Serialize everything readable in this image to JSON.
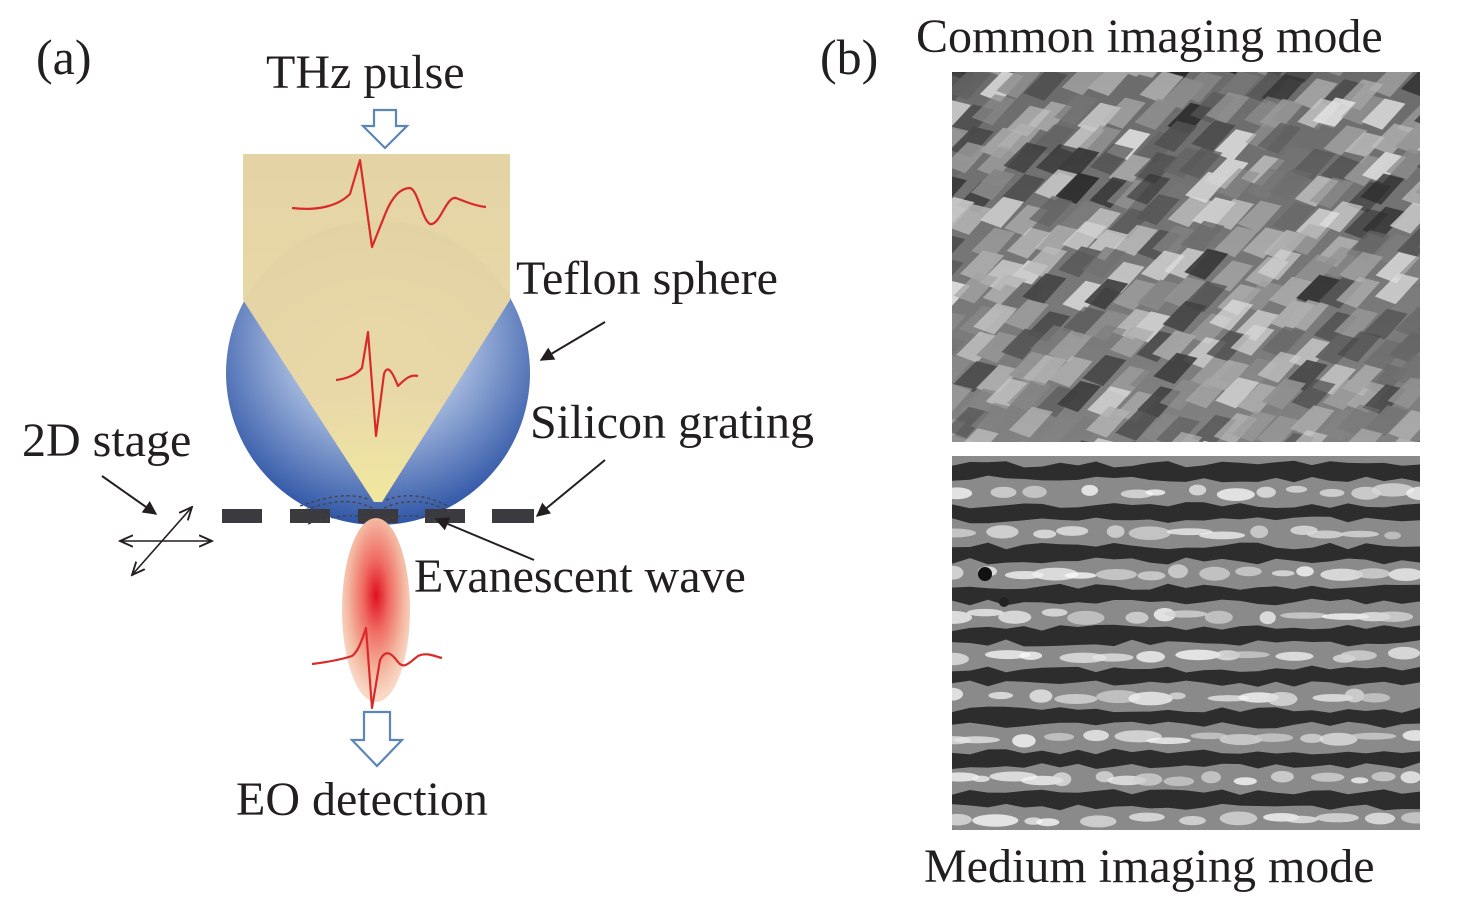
{
  "panel_a": {
    "tag": "(a)",
    "labels": {
      "thz_pulse": "THz pulse",
      "teflon_sphere": "Teflon sphere",
      "silicon_grating": "Silicon grating",
      "stage": "2D stage",
      "evanescent_wave": "Evanescent wave",
      "eo_detection": "EO detection"
    }
  },
  "panel_b": {
    "tag": "(b)",
    "top_label": "Common imaging mode",
    "bottom_label": "Medium imaging mode"
  },
  "colors": {
    "beam": "#e6d6a3",
    "sphere": "#3d63b0",
    "waveform": "#d92a2a",
    "arrow_outline": "#5a86b8",
    "grating": "#3a3a3f",
    "focus_spot": "#e35050",
    "text": "#231f20"
  }
}
